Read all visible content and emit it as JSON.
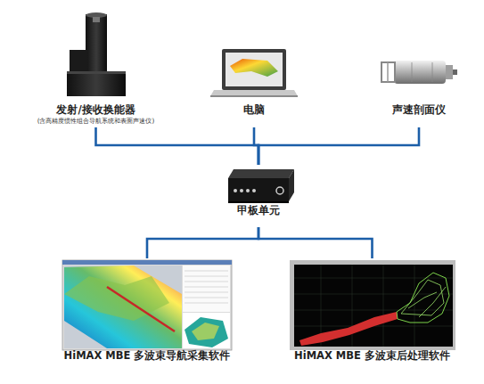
{
  "diagram": {
    "nodes": [
      {
        "text": [
          "发射/接收换能器",
          "(含高精度惯性组合导航系统和表面声速仪)"
        ]
      },
      {
        "text": [
          "电脑"
        ]
      },
      {
        "text": [
          "声速剖面仪"
        ]
      },
      {
        "text": [
          "甲板单元"
        ]
      },
      {
        "text": [
          "HiMAX MBE 多波束导航采集软件"
        ]
      },
      {
        "text": [
          "HiMAX MBE 多波束后处理软件"
        ]
      }
    ],
    "edges": [
      {
        "from": 0,
        "to": 3,
        "arrow": "none"
      },
      {
        "from": 1,
        "to": 3,
        "arrow": "none"
      },
      {
        "from": 2,
        "to": 3,
        "arrow": "none"
      },
      {
        "from": 3,
        "to": 4,
        "arrow": "none"
      },
      {
        "from": 3,
        "to": 5,
        "arrow": "none"
      }
    ]
  }
}
